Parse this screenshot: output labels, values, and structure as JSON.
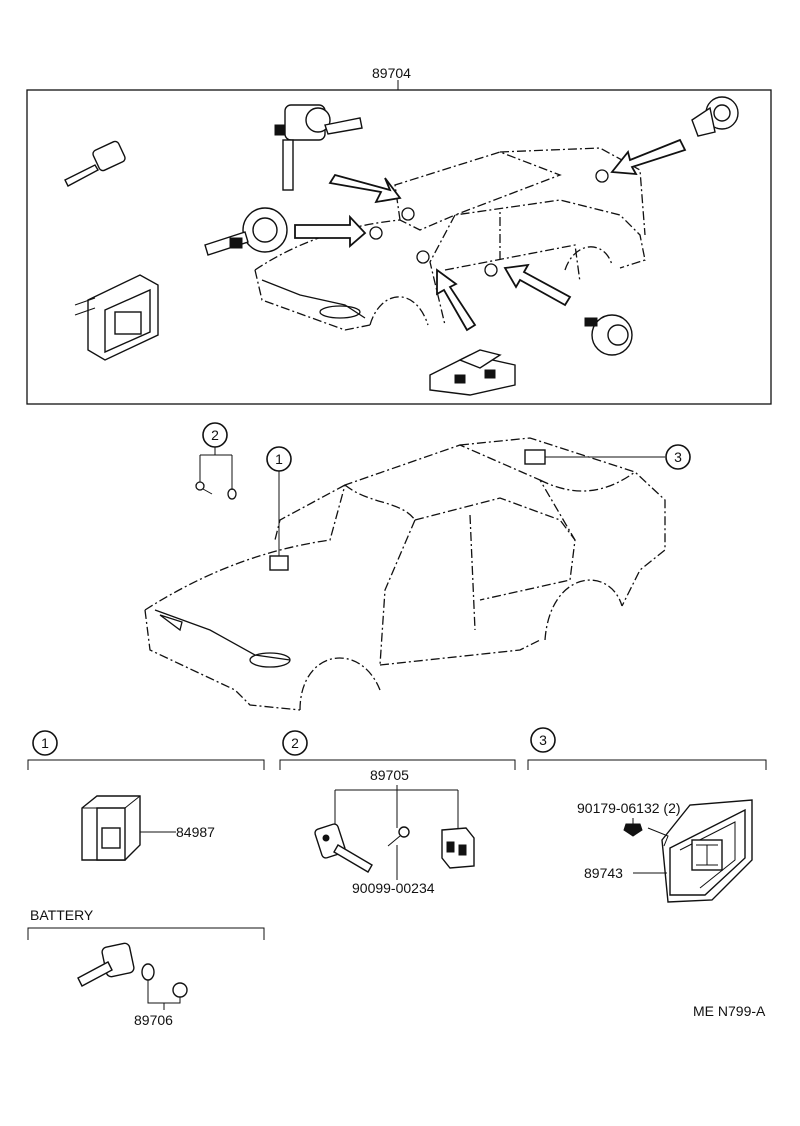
{
  "top_section": {
    "assembly_label": "89704"
  },
  "callouts": {
    "c1": "1",
    "c2": "2",
    "c3": "3"
  },
  "section_1": {
    "index": "1",
    "part_number": "84987"
  },
  "section_2": {
    "index": "2",
    "assembly_label": "89705",
    "sub_part": "90099-00234"
  },
  "section_3": {
    "index": "3",
    "bolt_part": "90179-06132 (2)",
    "ecu_part": "89743"
  },
  "battery_section": {
    "title": "BATTERY",
    "part_number": "89706"
  },
  "reference_code": "ME N799-A"
}
